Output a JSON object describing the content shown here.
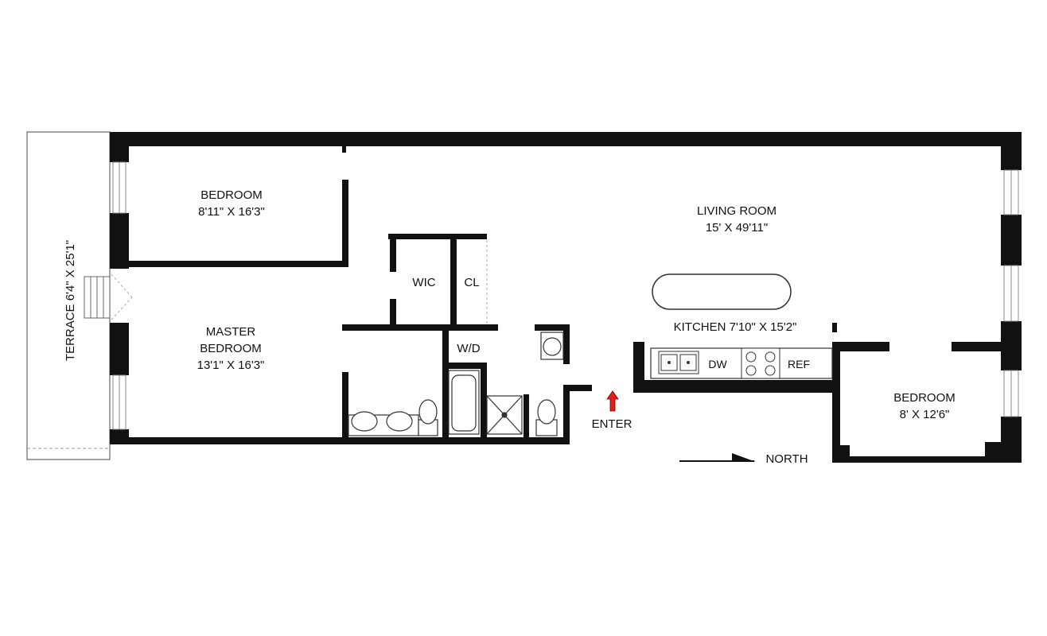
{
  "rooms": {
    "bedroom_west": {
      "name": "BEDROOM",
      "size": "8'11\" X 16'3\""
    },
    "living_room": {
      "name": "LIVING ROOM",
      "size": "15' X 49'11\""
    },
    "master_bedroom": {
      "name_line1": "MASTER",
      "name_line2": "BEDROOM",
      "size": "13'1\" X 16'3\""
    },
    "kitchen": {
      "label": "KITCHEN 7'10\" X 15'2\""
    },
    "bedroom_east": {
      "name": "BEDROOM",
      "size": "8' X 12'6\""
    },
    "terrace": {
      "label": "TERRACE 6'4\" X 25'1\""
    },
    "wic": "WIC",
    "closet": "CL",
    "washer_dryer": "W/D"
  },
  "appliances": {
    "dishwasher": "DW",
    "refrigerator": "REF"
  },
  "entry": {
    "label": "ENTER",
    "arrow_color": "#e0201c"
  },
  "compass": {
    "label": "NORTH"
  },
  "colors": {
    "wall": "#111111",
    "background": "#ffffff",
    "window": "#bbbbbb"
  }
}
